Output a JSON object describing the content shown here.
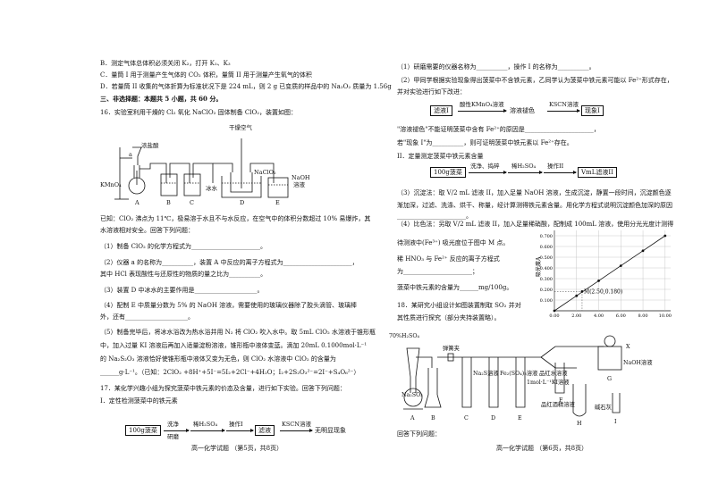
{
  "left": {
    "lines": [
      "B．测定气体总体积必须关闭 K₂，打开 K₁、K₃",
      "C．量筒 I 用于测量产生气体的 CO₂ 体积，量筒 II 用于测量产生氧气的体积",
      "D．若量筒 II 收集的气体折算为标准状况下是 224 mL，则 2 g 已变质的样品中的 Na₂O₂ 质量为 1.56g",
      "三、非选择题：本题共 5 小题，共 60 分。",
      "16．实验室利用干燥的 Cl₂ 氧化 NaClO₂ 固体制备 ClO₂，装置如图：",
      "已知：ClO₂ 沸点为 11℃，极易溶于水且不与水反应，在空气中的体积分数超过 10% 易爆炸，其",
      "水溶液相对安全。回答下列问题：",
      "（1）制备 ClO₂ 的化学方程式为______________________。",
      "（2）仪器 a 的名称为__________，装置 A 中反应的离子方程式为______________________，",
      "其中 HCl 表现酸性与还原性的物质的量之比为__________。",
      "（3）装置 D 中冰水的主要作用是____________________。",
      "（4）配制 E 中质量分数为 5% 的 NaOH 溶液，需要使用的玻璃仪器除了胶头滴管、玻璃棒",
      "外，还有____________________。",
      "（5）制备完毕后，将冰水浴改为热水浴并用 N₂ 将 ClO₂ 吹入水中。取 5mL ClO₂ 水溶液于锥形瓶",
      "中，加入过量 KI 溶液后再加入适量淀粉溶液，锥形瓶中液体变蓝。滴加 20mL 0.1000mol·L⁻¹",
      "的 Na₂S₂O₃ 溶液恰好使锥形瓶中液体又变为无色，则 ClO₂ 水溶液中 ClO₂ 的含量为",
      "______g·L⁻¹。（已知：2ClO₂ +8H⁺+5I⁻=5I₂+2Cl⁻+4H₂O；I₂+2S₂O₃²⁻=2I⁻+S₄O₆²⁻）",
      "17．某化学兴趣小组为探究菠菜中铁元素的价态及含量，进行如下实验。回答下列问题：",
      "I．定性检测菠菜中的铁元素"
    ],
    "apparatus": {
      "top_label": "干燥空气",
      "reagent_a": "浓盐酸",
      "kmno4": "KMnO₄",
      "a_mark": "a",
      "naclo2": "NaClO₂",
      "ice": "冰水",
      "naoh": "NaOH",
      "naoh2": "溶液",
      "letters": [
        "A",
        "B",
        "C",
        "D",
        "E"
      ]
    },
    "flow": {
      "start": "100g菠菜",
      "step1_top": "洗净",
      "step1_bottom": "研磨",
      "box2": "滤液",
      "step2": "稀H₂SO₄",
      "step3": "操作I",
      "box3": "滤液",
      "step4": "KSCN溶液",
      "result": "无明显现象"
    },
    "footer": "高一化学试题 （第5页，共8页）"
  },
  "right": {
    "lines": [
      "（1）研磨需要的仪器名称为__________，操作 I 的名称为__________。",
      "（2）甲同学根据实验现象得出菠菜中不含铁元素，乙同学认为菠菜中铁元素可能以 Fe²⁺形式存在，",
      "并对实验进行如下改进：",
      "\"溶液褪色\"不能证明菠菜中含有 Fe²⁺的原因是______________________，",
      "若\"现象 I\"为__________，则可证明菠菜中铁元素以 Fe²⁺存在。",
      "II．定量测定菠菜中铁元素含量",
      "（3）沉淀法：取 V/2 mL 滤液 II，加入足量 NaOH 溶液，生成沉淀，静置一段时间，沉淀颜色逐",
      "渐加深，过滤、洗涤、烘干、称量，经计算测得铁元素含量。用化学方程式说明沉淀颜色加深的原因",
      "______________________。",
      "（4）比色法：另取 V/2 mL 滤液 II，加入足量稀硝酸，配制成 100mL 溶液，使用分光光度计测得",
      "待测液中(Fe³⁺) 吸光度位于图中 M 点。",
      "稀 HNO₃ 与 Fe²⁺ 反应的离子方程式",
      "为______________________；",
      "菠菜中铁元素的含量为______mg/100g。",
      "18．某研究小组设计如图装置制取 SO₂ 并对",
      "其性质进行探究（部分夹持装置略）。",
      "回答下列问题："
    ],
    "flow1": {
      "box1": "滤液I",
      "step": "酸性KMnO₄溶液",
      "mid": "溶液褪色",
      "step2": "KSCN溶液",
      "box2": "现象I"
    },
    "flow2": {
      "box1": "100g菠菜",
      "s1": "洗净、捣碎",
      "s2": "稀H₂SO₄",
      "s3": "操作II",
      "box2": "VmL滤液II"
    },
    "chart_ylabel": "吸光度A",
    "point_label": "M(2.50,0.180)",
    "apparatus": {
      "acid": "70%H₂SO₄",
      "spring": "弹簧夹",
      "na2so3": "Na₂SO₃",
      "na2s": "Na₂S溶液",
      "fe": "Fe₂(SO₄)₃溶液",
      "ki": "1mol·L⁻¹KI溶液",
      "pinred1": "品红水溶液",
      "pinred2": "品红酒精溶液",
      "naoh": "NaOH溶液",
      "lime": "碱石灰",
      "x": "X",
      "letters": [
        "A",
        "B",
        "C",
        "D",
        "E",
        "F",
        "G",
        "H",
        "I"
      ]
    },
    "footer": "高一化学试题 （第6页，共8页）"
  },
  "chart_data": {
    "type": "scatter",
    "title": "",
    "xlabel": "",
    "ylabel": "吸光度A",
    "x": [
      0.0,
      2.0,
      4.0,
      6.0,
      8.0,
      10.0
    ],
    "y": [
      0.0,
      0.14,
      0.28,
      0.42,
      0.56,
      0.7
    ],
    "xticks": [
      "0.00",
      "2.00",
      "4.00",
      "6.00",
      "8.00",
      "10.00"
    ],
    "yticks": [
      "0.100",
      "0.200",
      "0.300",
      "0.400",
      "0.500",
      "0.600",
      "0.700"
    ],
    "xlim": [
      0,
      10.5
    ],
    "ylim": [
      0,
      0.75
    ],
    "annotation": {
      "x": 2.5,
      "y": 0.18,
      "label": "M(2.50,0.180)"
    },
    "grid": true
  }
}
